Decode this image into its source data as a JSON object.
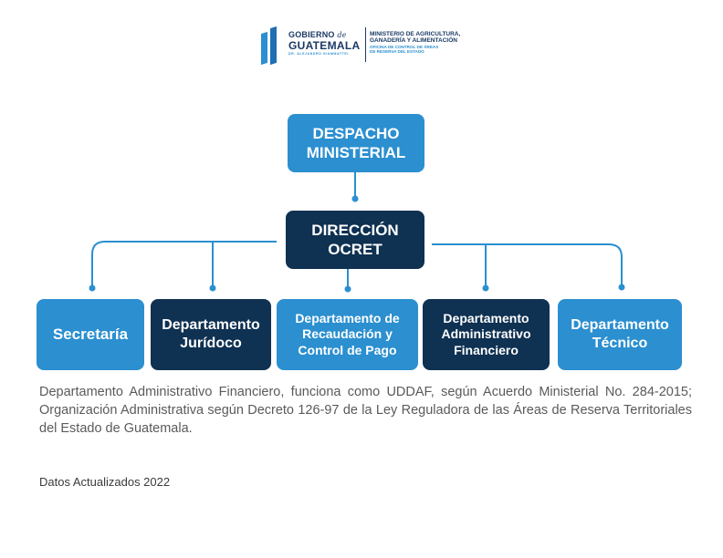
{
  "header": {
    "gobierno": "GOBIERNO",
    "de": "de",
    "guatemala": "GUATEMALA",
    "president": "DR. ALEJANDRO GIAMMATTEI",
    "ministerio_line1": "MINISTERIO DE AGRICULTURA,",
    "ministerio_line2": "GANADERÍA Y ALIMENTACIÓN",
    "oficina_line1": "OFICINA DE CONTROL DE ÁREAS",
    "oficina_line2": "DE RESERVA DEL ESTADO"
  },
  "org_chart": {
    "top": "DESPACHO\nMINISTERIAL",
    "middle": "DIRECCIÓN\nOCRET",
    "departments": [
      "Secretaría",
      "Departamento\nJurídoco",
      "Departamento de\nRecaudación y\nControl de Pago",
      "Departamento\nAdministrativo\nFinanciero",
      "Departamento\nTécnico"
    ]
  },
  "colors": {
    "light_blue": "#2b8fd0",
    "dark_blue": "#0f3152"
  },
  "note": "Departamento Administrativo Financiero, funciona como UDDAF, según Acuerdo Ministerial No. 284-2015; Organización Administrativa según Decreto 126-97 de la Ley Reguladora de las Áreas de Reserva Territoriales del Estado de Guatemala.",
  "footer": "Datos Actualizados 2022"
}
